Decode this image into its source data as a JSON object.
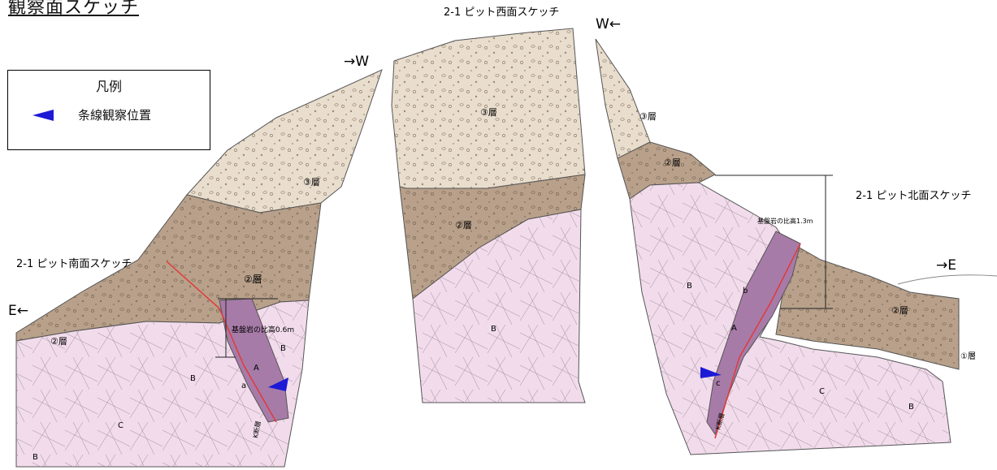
{
  "page_title": "観察面スケッチ",
  "legend": {
    "title": "凡例",
    "item_label": "条線観察位置",
    "marker_color": "#1d1ad6"
  },
  "colors": {
    "layer3": "#e9ddcd",
    "layer2": "#b8a08a",
    "bedrock_b": "#f2dcec",
    "zone_a": "#a77ba8",
    "fault_line": "#e03a3a",
    "marker": "#1d1ad6"
  },
  "panels": {
    "south": {
      "title": "2-1 ピット南面スケッチ",
      "dir_west": "→W",
      "dir_east": "E←",
      "layer3_label": "③層",
      "layer2_label_upper": "②層",
      "layer2_label_lower": "②層",
      "height_note": "基盤岩の比高0.6m",
      "label_A": "A",
      "label_a": "a",
      "label_B1": "B",
      "label_B2": "B",
      "label_B3": "B",
      "label_C": "C",
      "fault_name": "K断層"
    },
    "west": {
      "title": "2-1 ピット西面スケッチ",
      "layer3_label": "③層",
      "layer2_label": "②層",
      "label_B": "B"
    },
    "north": {
      "title": "2-1 ピット北面スケッチ",
      "dir_west": "W←",
      "dir_east": "→E",
      "layer3_label": "③層",
      "layer2_label_upper": "②層",
      "layer2_label_right": "②層",
      "layer1_label": "①層",
      "height_note": "基盤岩の比高1.3m",
      "label_A": "A",
      "label_b": "b",
      "label_c": "c",
      "label_B1": "B",
      "label_B2": "B",
      "label_C": "C",
      "fault_name": "K断層"
    }
  }
}
